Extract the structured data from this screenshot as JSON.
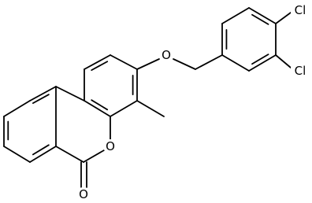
{
  "molecule": {
    "atom_labels": {
      "o_ether": "O",
      "o_ring": "O",
      "o_carbonyl": "O",
      "cl_para": "Cl",
      "cl_meta": "Cl"
    }
  }
}
